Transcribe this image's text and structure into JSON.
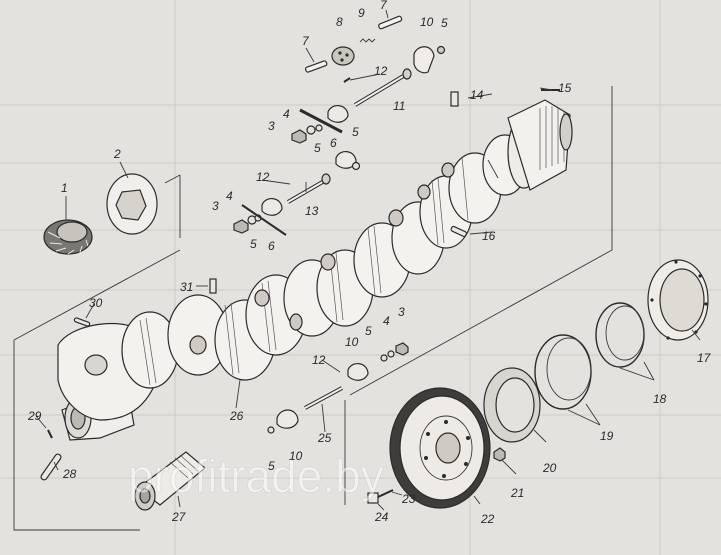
{
  "callouts": [
    "1",
    "2",
    "3",
    "4",
    "5",
    "6",
    "7",
    "8",
    "9",
    "10",
    "11",
    "12",
    "13",
    "14",
    "15",
    "16",
    "17",
    "18",
    "19",
    "20",
    "21",
    "22",
    "23",
    "24",
    "25",
    "26",
    "27",
    "28",
    "29",
    "30",
    "31"
  ],
  "watermark": "profitrade.by",
  "colors": {
    "paper": "#e4e2df",
    "ink": "#2b2b2b"
  }
}
